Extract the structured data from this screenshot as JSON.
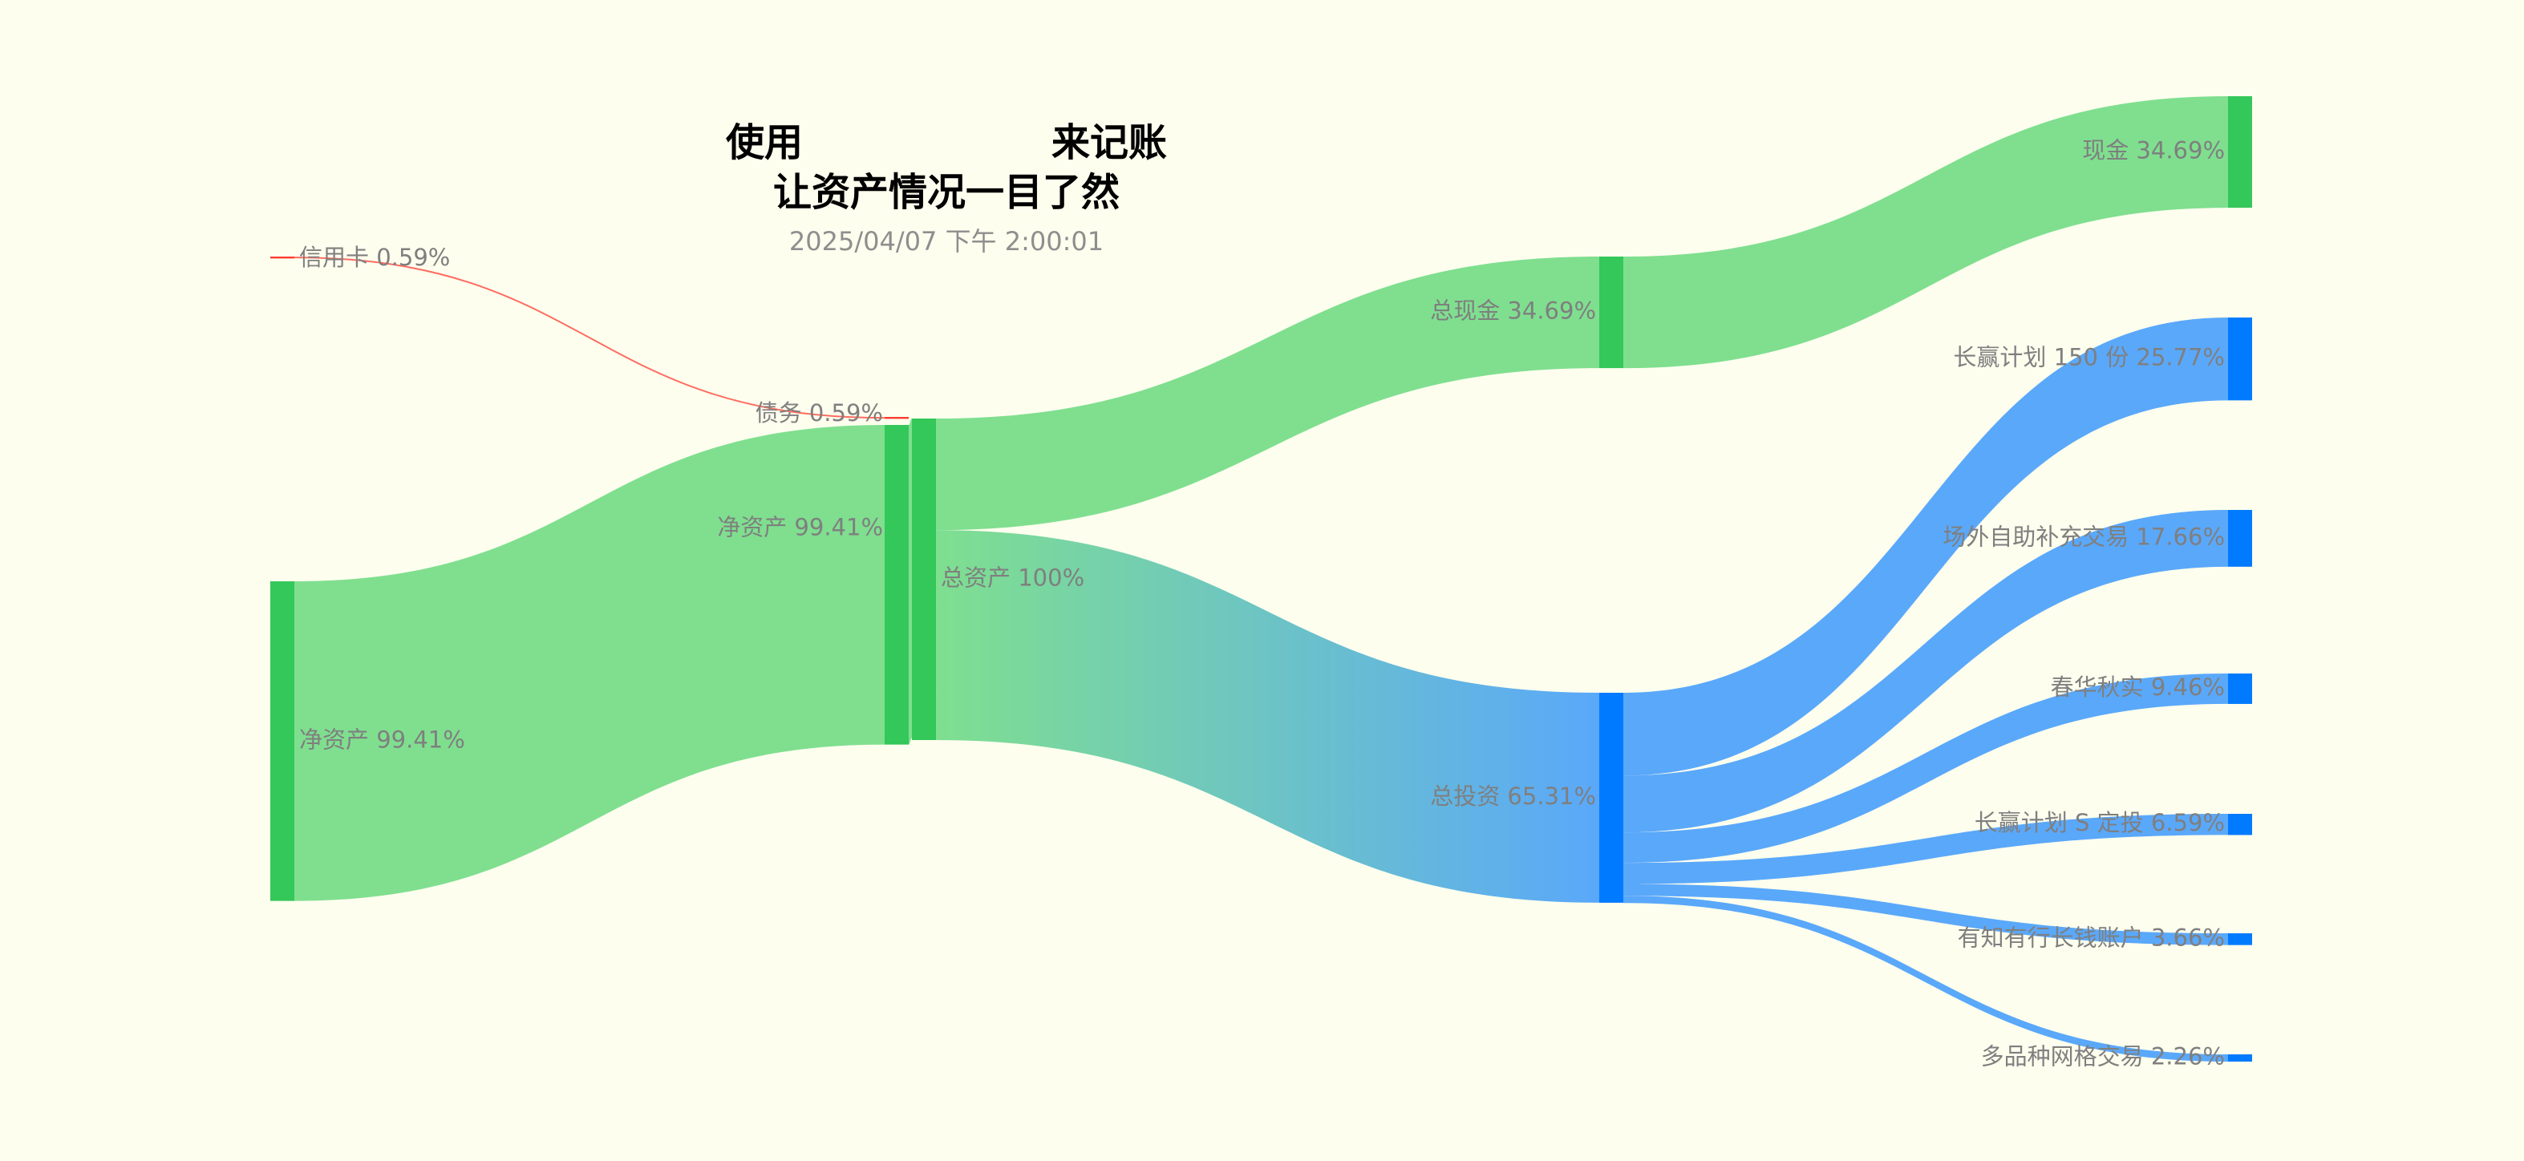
{
  "header": {
    "title_prefix": "使用",
    "title_suffix": "来记账",
    "title_line2": "让资产情况一目了然",
    "timestamp": "2025/04/07 下午 2:00:01"
  },
  "colors": {
    "background": "#fdfeee",
    "green_node": "#34c759",
    "green_flow": "#7fdf8f",
    "blue_node": "#007aff",
    "blue_flow": "#5aa8fa",
    "red": "#ff3b30",
    "label": "#7f7f7f"
  },
  "chart_data": {
    "type": "sankey",
    "nodes": [
      {
        "id": "credit",
        "label": "信用卡 0.59%",
        "value": 0.59,
        "color": "red"
      },
      {
        "id": "net_src",
        "label": "净资产 99.41%",
        "value": 99.41,
        "color": "green"
      },
      {
        "id": "debt",
        "label": "债务 0.59%",
        "value": 0.59,
        "color": "red"
      },
      {
        "id": "net",
        "label": "净资产 99.41%",
        "value": 99.41,
        "color": "green"
      },
      {
        "id": "total",
        "label": "总资产 100%",
        "value": 100,
        "color": "green"
      },
      {
        "id": "cash_total",
        "label": "总现金 34.69%",
        "value": 34.69,
        "color": "green"
      },
      {
        "id": "invest_total",
        "label": "总投资 65.31%",
        "value": 65.31,
        "color": "blue"
      },
      {
        "id": "cash",
        "label": "现金 34.69%",
        "value": 34.69,
        "color": "green"
      },
      {
        "id": "plan150",
        "label": "长赢计划 150 份 25.77%",
        "value": 25.77,
        "color": "blue"
      },
      {
        "id": "otc",
        "label": "场外自助补充交易 17.66%",
        "value": 17.66,
        "color": "blue"
      },
      {
        "id": "chunhua",
        "label": "春华秋实 9.46%",
        "value": 9.46,
        "color": "blue"
      },
      {
        "id": "plan_s",
        "label": "长赢计划 S 定投 6.59%",
        "value": 6.59,
        "color": "blue"
      },
      {
        "id": "youzhi",
        "label": "有知有行长钱账户 3.66%",
        "value": 3.66,
        "color": "blue"
      },
      {
        "id": "grid",
        "label": "多品种网格交易 2.26%",
        "value": 2.26,
        "color": "blue"
      }
    ],
    "links": [
      {
        "source": "credit",
        "target": "debt",
        "value": 0.59
      },
      {
        "source": "net_src",
        "target": "net",
        "value": 99.41
      },
      {
        "source": "net",
        "target": "total",
        "value": 99.41
      },
      {
        "source": "total",
        "target": "cash_total",
        "value": 34.69
      },
      {
        "source": "total",
        "target": "invest_total",
        "value": 65.31
      },
      {
        "source": "cash_total",
        "target": "cash",
        "value": 34.69
      },
      {
        "source": "invest_total",
        "target": "plan150",
        "value": 25.77
      },
      {
        "source": "invest_total",
        "target": "otc",
        "value": 17.66
      },
      {
        "source": "invest_total",
        "target": "chunhua",
        "value": 9.46
      },
      {
        "source": "invest_total",
        "target": "plan_s",
        "value": 6.59
      },
      {
        "source": "invest_total",
        "target": "youzhi",
        "value": 3.66
      },
      {
        "source": "invest_total",
        "target": "grid",
        "value": 2.26
      }
    ]
  }
}
